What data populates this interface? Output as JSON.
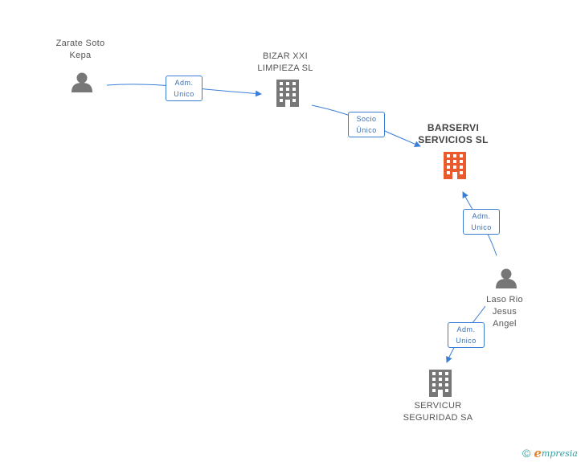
{
  "nodes": {
    "zarate": {
      "lines": [
        "Zarate Soto",
        "Kepa"
      ],
      "type": "person"
    },
    "bizar": {
      "lines": [
        "BIZAR XXI",
        "LIMPIEZA SL"
      ],
      "type": "company"
    },
    "barservi": {
      "lines": [
        "BARSERVI",
        "SERVICIOS SL"
      ],
      "type": "company-focus"
    },
    "laso": {
      "lines": [
        "Laso Rio",
        "Jesus",
        "Angel"
      ],
      "type": "person"
    },
    "servicur": {
      "lines": [
        "SERVICUR",
        "SEGURIDAD SA"
      ],
      "type": "company"
    }
  },
  "edges": {
    "e1": {
      "lines": [
        "Adm.",
        "Unico"
      ]
    },
    "e2": {
      "lines": [
        "Socio",
        "Único"
      ]
    },
    "e3": {
      "lines": [
        "Adm.",
        "Unico"
      ]
    },
    "e4": {
      "lines": [
        "Adm.",
        "Unico"
      ]
    }
  },
  "colors": {
    "person": "#777777",
    "company": "#777777",
    "focus": "#ea5a2d",
    "edge": "#3a7fd5"
  },
  "footer": {
    "copyright": "©",
    "brand_e": "e",
    "brand_rest": "mpresia"
  }
}
